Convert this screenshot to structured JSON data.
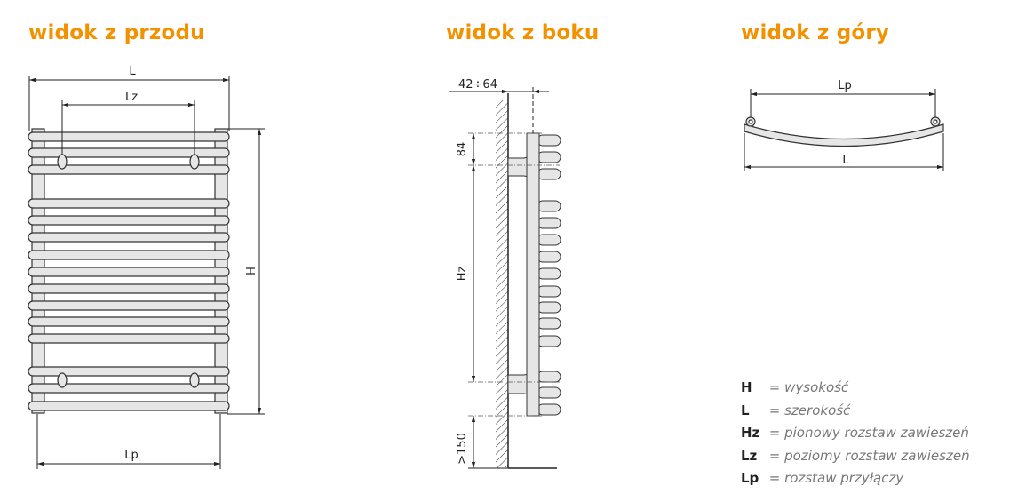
{
  "titles": {
    "front": "widok z przodu",
    "side": "widok z boku",
    "top": "widok z góry"
  },
  "front_view": {
    "dim_L": "L",
    "dim_Lz": "Lz",
    "dim_H": "H",
    "dim_Lp": "Lp"
  },
  "side_view": {
    "dim_depth": "42÷64",
    "dim_84": "84",
    "dim_Hz": "Hz",
    "dim_150": ">150"
  },
  "top_view": {
    "dim_Lp": "Lp",
    "dim_L": "L"
  },
  "legend": [
    {
      "key": "H",
      "desc": "= wysokość"
    },
    {
      "key": "L",
      "desc": "= szerokość"
    },
    {
      "key": "Hz",
      "desc": "= pionowy rozstaw zawieszeń"
    },
    {
      "key": "Lz",
      "desc": "= poziomy rozstaw zawieszeń"
    },
    {
      "key": "Lp",
      "desc": "= rozstaw przyłączy"
    }
  ],
  "colors": {
    "accent": "#f39200",
    "tube_fill": "#e6e6e6",
    "line": "#333333"
  }
}
